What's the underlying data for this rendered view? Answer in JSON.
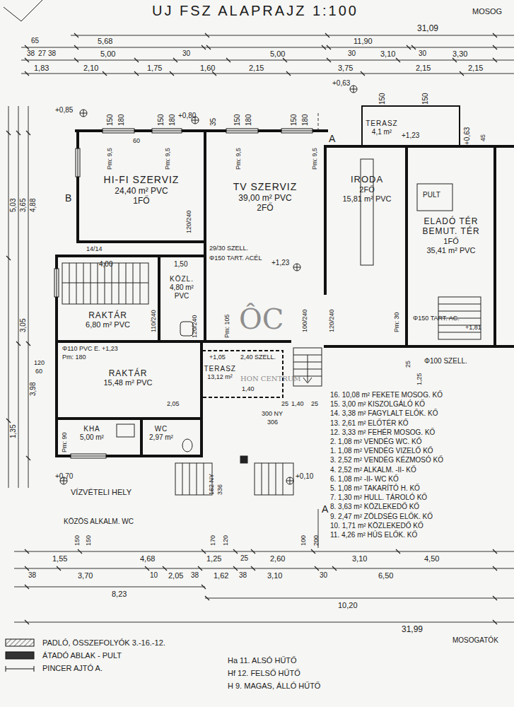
{
  "diagram": {
    "title": "UJ FSZ ALAPRAJZ 1:100",
    "nodes": [
      {
        "text": [
          "HI-FI SZERVIZ",
          "24,40 m² PVC",
          "1FŐ"
        ]
      },
      {
        "text": [
          "TV SZERVIZ",
          "39,00 m² PVC",
          "2FŐ"
        ]
      },
      {
        "text": [
          "IRODA",
          "2FŐ",
          "15,81 m² PVC"
        ]
      },
      {
        "text": [
          "ELADÓ TÉR BEMUT. TÉR",
          "1FŐ",
          "35,41 m² PVC"
        ]
      },
      {
        "text": [
          "TERASZ",
          "4,1 m²"
        ]
      },
      {
        "text": [
          "RAKTÁR",
          "6,80 m² PVC"
        ]
      },
      {
        "text": [
          "KÖZL.",
          "4,80 m² PVC"
        ]
      },
      {
        "text": [
          "RAKTÁR",
          "15,48 m² PVC"
        ]
      },
      {
        "text": [
          "KHA",
          "5,00 m²"
        ]
      },
      {
        "text": [
          "WC",
          "2,97 m²"
        ]
      },
      {
        "text": [
          "TERASZ",
          "13,12 m²"
        ]
      }
    ],
    "labels": [
      "MOSOG",
      "31,09",
      "65",
      "5,68",
      "38",
      "27",
      "38",
      "5,00",
      "30",
      "5,00",
      "11,90",
      "30",
      "3,10",
      "30",
      "3,30",
      "1,83",
      "2,10",
      "1,75",
      "1,60",
      "2,15",
      "3,75",
      "2,15",
      "2,15",
      "+0,63",
      "+0,85",
      "+0,80",
      "+0,63",
      "150",
      "180",
      "150",
      "180",
      "150",
      "180",
      "150",
      "180",
      "150",
      "150",
      "35",
      "60",
      "Pm: 9,5",
      "Pm: 9,5",
      "Pm: 9,5",
      "Pm: 9,5",
      "A",
      "B",
      "14/14",
      "120/240",
      "29/30 SZELL.",
      "Φ150 TART. ACÉL",
      "+1,23",
      "4,00",
      "1,50",
      "110/240",
      "120/240",
      "Pm: 105",
      "100/240",
      "120/240",
      "Pm: 30",
      "PULT",
      "Φ150 TART. AC.",
      "+1,81",
      "+1,23",
      "45",
      "Φ110 PVC E. +1,23",
      "Pm: 180",
      "+1,05",
      "2,40 SZELL.",
      "Φ100 SZELL.",
      "1,25",
      "25",
      "1,40",
      "25",
      "1,40",
      "25",
      "300 NY",
      "306",
      "Pm: 90",
      "2,05",
      "+0,70",
      "VÍZVÉTELI HELY",
      "162 NY",
      "336",
      "+0,10",
      "A",
      "KÖZÖS ALKALM. WC",
      "150",
      "150",
      "170",
      "120",
      "100",
      "200",
      "1,55",
      "4,68",
      "1,25",
      "25",
      "2,60",
      "3,10",
      "4,50",
      "38",
      "3,70",
      "10",
      "2,05",
      "38",
      "1,62",
      "38",
      "3,10",
      "30",
      "6,50",
      "8,23",
      "10,20",
      "31,99",
      "MOSOGATÓK",
      "Ha 11. ALSÓ HŰTŐ",
      "Hf 12. FELSŐ HŰTŐ",
      "H 9. MAGAS, ÁLLÓ HŰTŐ",
      "5,03",
      "3,65",
      "4,88",
      "3,05",
      "3,98",
      "1,35",
      "120",
      "60",
      "16. 10,08 m² FEKETE MOSOG. KŐ",
      "15. 3,00 m² KISZOLGÁLÓ KŐ",
      "14. 3,38 m² FAGYLALT ELŐK. KŐ",
      "13. 2,61 m² ELŐTÉR KŐ",
      "12. 3,33 m² FEHÉR MOSOG. KŐ",
      "2. 1,08 m² VENDÉG WC. KŐ",
      "1. 1,08 m² VENDÉG VIZELŐ KŐ",
      "3. 2,52 m² VENDÉG KÉZMOSÓ KŐ",
      "4. 2,52 m² ALKALM. -II- KŐ",
      "6. 1,08 m² -II- WC KŐ",
      "5. 1,08 m² TAKARÍTÓ H. KŐ",
      "7. 1,30 m² HULL. TÁROLÓ KŐ",
      "8. 3,63 m² KÖZLEKEDŐ KŐ",
      "9. 2,47 m² ZÖLDSÉG ELŐK. KŐ",
      "10. 1,71 m² KÖZLEKEDŐ KŐ",
      "11. 4,26 m² HÚS ELŐK. KŐ",
      "ÔC",
      "HON CENTRUM"
    ],
    "legend": [
      {
        "text": "PADLÓ, ÖSSZEFOLYÓK 3.-16.-12."
      },
      {
        "text": "ÁTADÓ ABLAK - PULT"
      },
      {
        "text": "PINCER AJTÓ A."
      }
    ]
  }
}
